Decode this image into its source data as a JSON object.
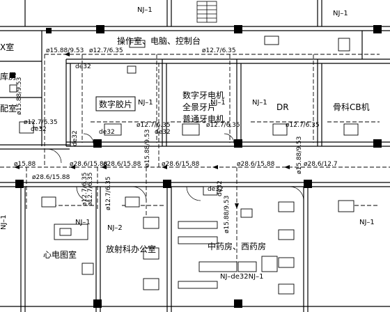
{
  "rooms": {
    "control": "操作室、电脑、控制台",
    "digital_film": "数字胶片",
    "pano_1": "数字牙电机",
    "pano_2": "全景牙片",
    "pano_3": "普通牙电机",
    "dr": "DR",
    "bone_cb": "骨科CB机",
    "ecg": "心电图室",
    "radiology_office": "放射科办公室",
    "pharmacy": "中药房、西药房",
    "left_1": "X室",
    "left_2": "库房",
    "left_3": "配室"
  },
  "units": {
    "nj1": "NJ–1",
    "nj2": "NJ–2",
    "nj2_combo": "NJ–de32NJ–1"
  },
  "pipes": {
    "p1588_953": "ø15.88/9.53",
    "p127_635": "ø12.7/6.35",
    "p286_1588": "ø28.6/15.88",
    "p286_127": "ø28.6/12.7",
    "p1588": "ø15.88",
    "de32": "de32",
    "p1588_953_b": "ø15.88/9.53"
  }
}
